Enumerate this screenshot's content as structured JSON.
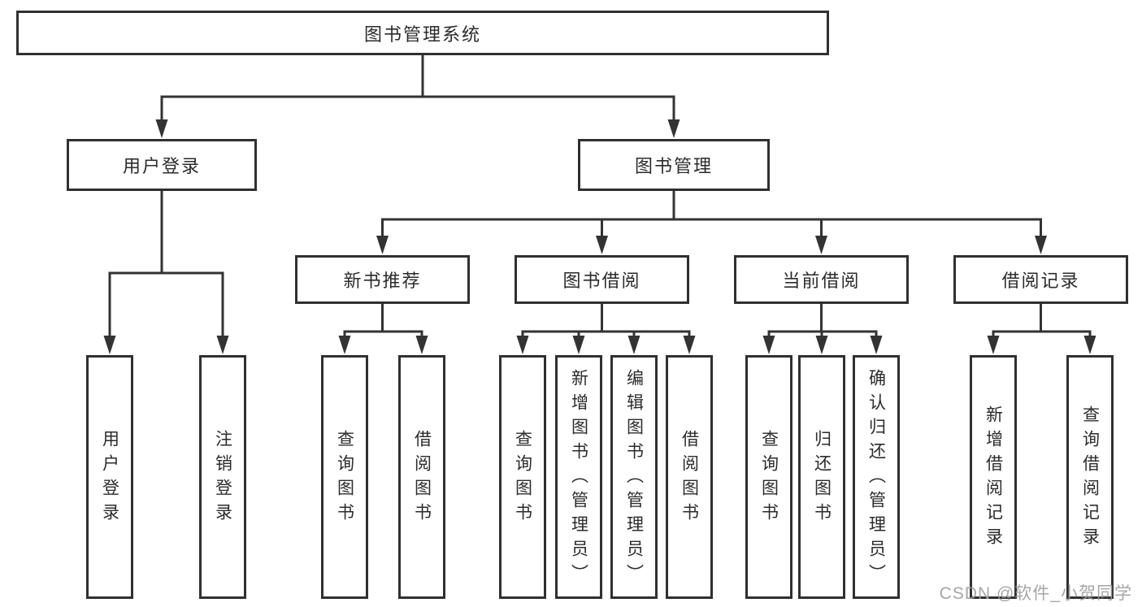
{
  "diagram": {
    "root": {
      "label": "图书管理系统"
    },
    "branches": [
      {
        "label": "用户登录",
        "children": [
          {
            "label": "用户登录"
          },
          {
            "label": "注销登录"
          }
        ]
      },
      {
        "label": "图书管理",
        "children": [
          {
            "label": "新书推荐",
            "children": [
              {
                "label": "查询图书"
              },
              {
                "label": "借阅图书"
              }
            ]
          },
          {
            "label": "图书借阅",
            "children": [
              {
                "label": "查询图书"
              },
              {
                "label": "新增图书（管理员）"
              },
              {
                "label": "编辑图书（管理员）"
              },
              {
                "label": "借阅图书"
              }
            ]
          },
          {
            "label": "当前借阅",
            "children": [
              {
                "label": "查询图书"
              },
              {
                "label": "归还图书"
              },
              {
                "label": "确认归还（管理员）"
              }
            ]
          },
          {
            "label": "借阅记录",
            "children": [
              {
                "label": "新增借阅记录"
              },
              {
                "label": "查询借阅记录"
              }
            ]
          }
        ]
      }
    ]
  },
  "watermark": {
    "text": "CSDN @软件_小贺同学"
  },
  "colors": {
    "line": "#333333",
    "box_border": "#303030",
    "text": "#2b2b2b",
    "watermark": "#9e9e9e",
    "background": "#ffffff"
  }
}
